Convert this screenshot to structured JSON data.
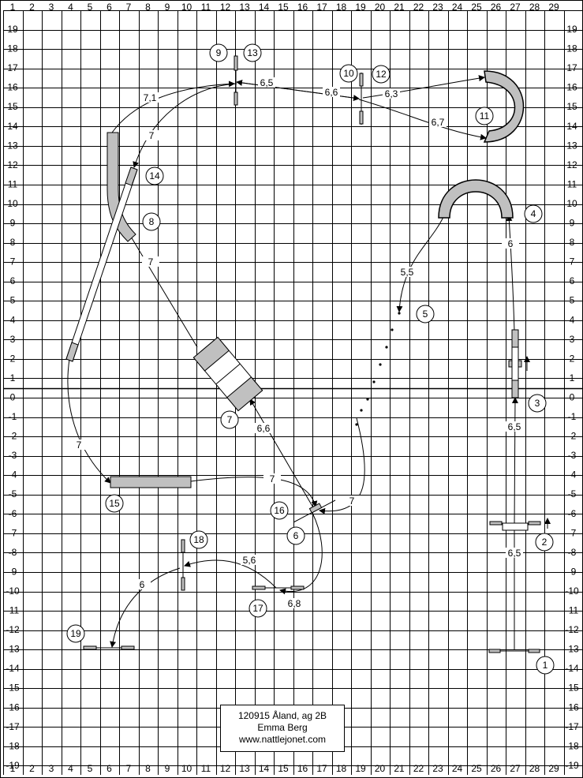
{
  "grid": {
    "top_labels": [
      "1",
      "2",
      "3",
      "4",
      "5",
      "6",
      "7",
      "8",
      "9",
      "10",
      "11",
      "12",
      "13",
      "14",
      "15",
      "16",
      "17",
      "18",
      "19",
      "20",
      "21",
      "22",
      "23",
      "24",
      "25",
      "26",
      "27",
      "28",
      "29"
    ],
    "side_labels": [
      "19",
      "18",
      "17",
      "16",
      "15",
      "14",
      "13",
      "12",
      "11",
      "10",
      "9",
      "8",
      "7",
      "6",
      "5",
      "4",
      "3",
      "2",
      "1",
      "0",
      "-1",
      "-2",
      "-3",
      "-4",
      "-5",
      "-6",
      "-7",
      "-8",
      "-9",
      "-10",
      "-11",
      "-12",
      "-13",
      "-14",
      "-15",
      "-16",
      "-17",
      "-18",
      "-19"
    ]
  },
  "obstacles": [
    "1",
    "2",
    "3",
    "4",
    "5",
    "6",
    "7",
    "8",
    "9",
    "10",
    "11",
    "12",
    "13",
    "14",
    "15",
    "16",
    "17",
    "18",
    "19"
  ],
  "distances": [
    "6,5",
    "6,5",
    "6",
    "5,5",
    "7",
    "6,6",
    "7",
    "7",
    "7",
    "7,1",
    "6,5",
    "6,6",
    "6,3",
    "6,7",
    "7",
    "5,6",
    "6,8",
    "6"
  ],
  "info_box": {
    "line1": "120915 Åland, ag 2B",
    "line2": "Emma Berg",
    "line3": "www.nattlejonet.com"
  },
  "colors": {
    "equipment_fill": "#c0c0c0",
    "grid": "#000000",
    "background": "#ffffff"
  }
}
